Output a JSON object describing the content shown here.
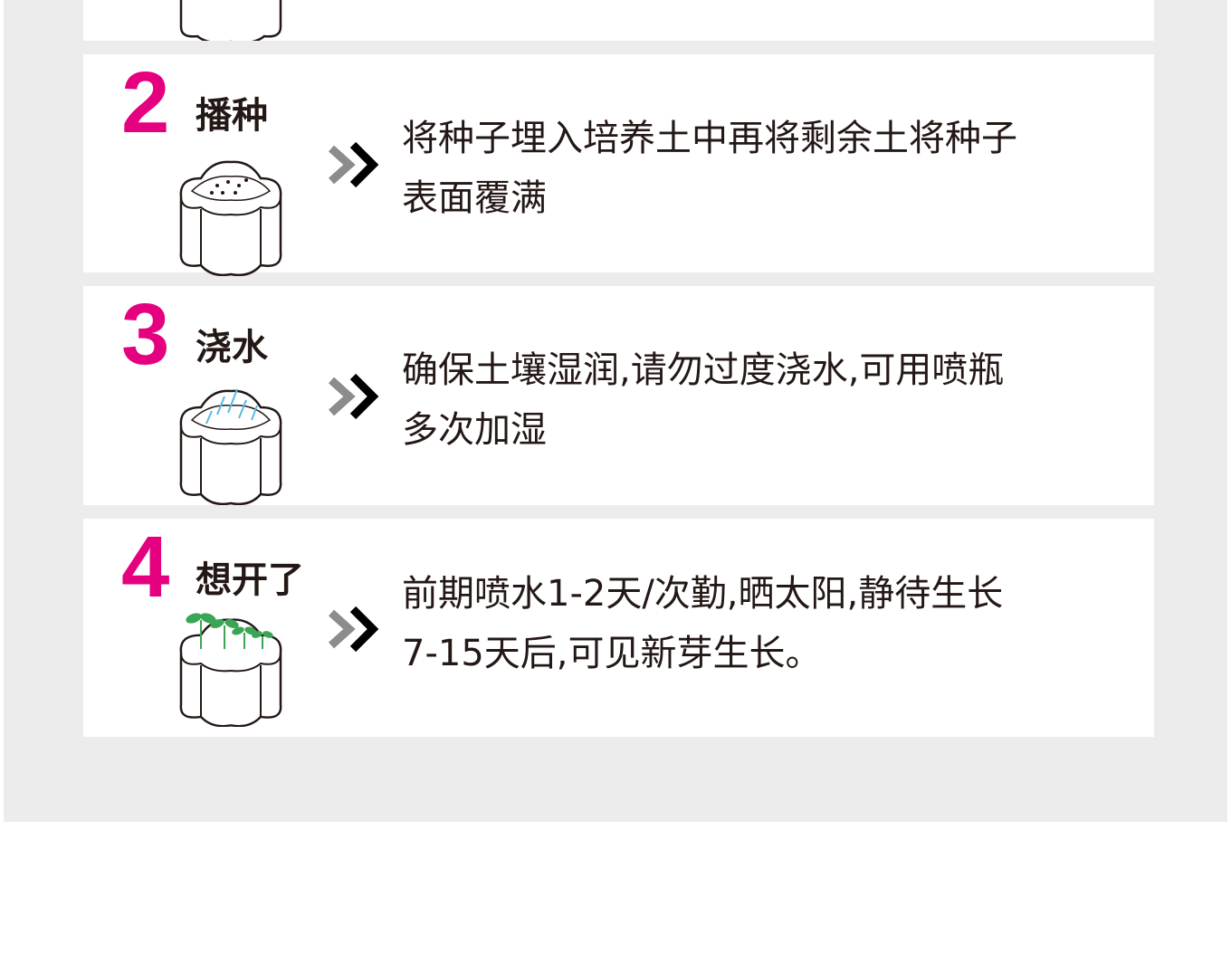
{
  "accent_color": "#e4007f",
  "text_color": "#231815",
  "steps": [
    {
      "number": "2",
      "title": "播种",
      "icon": "pot-with-seeds-icon",
      "lines": [
        "将种子埋入培养土中再将剩余土将种子",
        "表面覆满"
      ]
    },
    {
      "number": "3",
      "title": "浇水",
      "icon": "pot-watering-icon",
      "lines": [
        "确保土壤湿润,请勿过度浇水,可用喷瓶",
        "多次加湿"
      ]
    },
    {
      "number": "4",
      "title": "想开了",
      "icon": "pot-sprouts-icon",
      "lines": [
        "前期喷水1-2天/次勤,晒太阳,静待生长",
        "7-15天后,可见新芽生长。"
      ]
    }
  ]
}
